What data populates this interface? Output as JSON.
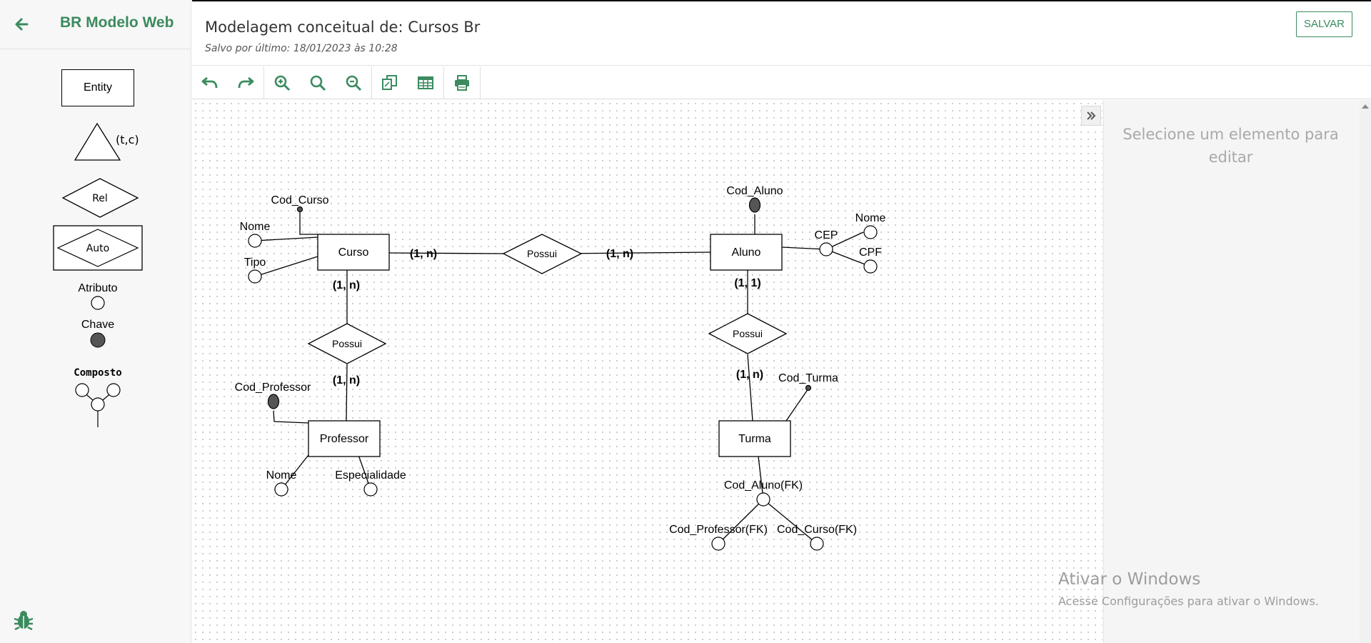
{
  "app": {
    "title": "BR Modelo Web"
  },
  "header": {
    "title": "Modelagem conceitual de: Cursos Br",
    "saved": "Salvo por último: 18/01/2023 às 10:28",
    "save_label": "SALVAR"
  },
  "colors": {
    "accent": "#3b8b5e"
  },
  "palette": {
    "entity_label": "Entity",
    "specialization_label": "(t,c)",
    "relationship_label": "Rel",
    "auto_label": "Auto",
    "attribute_label": "Atributo",
    "key_label": "Chave",
    "composite_label": "Composto"
  },
  "toolbar": {
    "buttons": [
      "undo-icon",
      "redo-icon",
      "zoom-in-icon",
      "zoom-reset-icon",
      "zoom-out-icon",
      "duplicate-icon",
      "table-icon",
      "print-icon"
    ]
  },
  "diagram": {
    "entities": {
      "curso": "Curso",
      "aluno": "Aluno",
      "professor": "Professor",
      "turma": "Turma"
    },
    "relationships": {
      "curso_aluno": "Possui",
      "curso_professor": "Possui",
      "aluno_turma": "Possui"
    },
    "cardinalities": {
      "curso_rel_left": "(1, n)",
      "aluno_rel_right": "(1, n)",
      "curso_down": "(1, n)",
      "professor_up": "(1, n)",
      "aluno_down": "(1, 1)",
      "turma_up": "(1, n)"
    },
    "attributes": {
      "cod_curso": "Cod_Curso",
      "curso_nome": "Nome",
      "curso_tipo": "Tipo",
      "cod_aluno": "Cod_Aluno",
      "aluno_nome": "Nome",
      "aluno_cep": "CEP",
      "aluno_cpf": "CPF",
      "cod_professor": "Cod_Professor",
      "professor_nome": "Nome",
      "professor_especialidade": "Especialidade",
      "cod_turma": "Cod_Turma",
      "turma_cod_aluno_fk": "Cod_Aluno(FK)",
      "turma_cod_professor_fk": "Cod_Professor(FK)",
      "turma_cod_curso_fk": "Cod_Curso(FK)"
    }
  },
  "inspector": {
    "message": "Selecione um elemento para editar"
  },
  "watermark": {
    "title": "Ativar o Windows",
    "subtitle": "Acesse Configurações para ativar o Windows."
  }
}
